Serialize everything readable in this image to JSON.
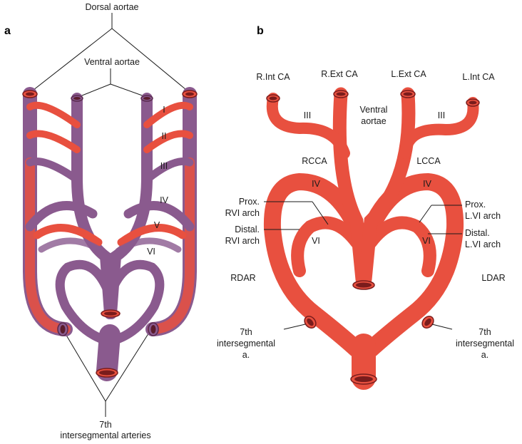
{
  "colors": {
    "artery": "#e8503f",
    "artery_dark": "#b8332b",
    "artery_purple": "#8a5a8e",
    "lumen": "#7a1c1c",
    "ink": "#1a1a1a"
  },
  "panel_a": {
    "letter": "a",
    "dorsal_aortae": "Dorsal aortae",
    "ventral_aortae": "Ventral aortae",
    "arch_i": "I",
    "arch_ii": "II",
    "arch_iii": "III",
    "arch_iv": "IV",
    "arch_v": "V",
    "arch_vi": "VI",
    "seventh_line1": "7th",
    "seventh_line2": "intersegmental arteries"
  },
  "panel_b": {
    "letter": "b",
    "r_int_ca": "R.Int CA",
    "r_ext_ca": "R.Ext CA",
    "l_ext_ca": "L.Ext CA",
    "l_int_ca": "L.Int CA",
    "iii_left": "III",
    "iii_right": "III",
    "ventral_line1": "Ventral",
    "ventral_line2": "aortae",
    "rcca": "RCCA",
    "lcca": "LCCA",
    "iv_left": "IV",
    "iv_right": "IV",
    "prox_r_line1": "Prox.",
    "prox_r_line2": "RVI arch",
    "distal_r_line1": "Distal.",
    "distal_r_line2": "RVI arch",
    "prox_l_line1": "Prox.",
    "prox_l_line2": "L.VI arch",
    "distal_l_line1": "Distal.",
    "distal_l_line2": "L.VI arch",
    "vi_left": "VI",
    "vi_right": "VI",
    "rdar": "RDAR",
    "ldar": "LDAR",
    "seg_r_line1": "7th",
    "seg_r_line2": "intersegmental",
    "seg_r_line3": "a.",
    "seg_l_line1": "7th",
    "seg_l_line2": "intersegmental",
    "seg_l_line3": "a."
  }
}
